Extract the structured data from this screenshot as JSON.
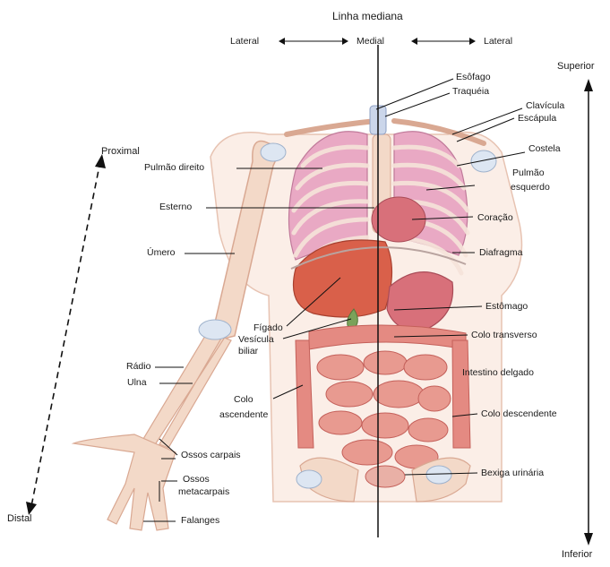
{
  "header": {
    "title": "Linha mediana",
    "lateral_left": "Lateral",
    "medial": "Medial",
    "lateral_right": "Lateral"
  },
  "axes": {
    "superior": "Superior",
    "inferior": "Inferior",
    "proximal": "Proximal",
    "distal": "Distal"
  },
  "labels_left": {
    "pulmao_direito": "Pulmão direito",
    "esterno": "Esterno",
    "umero": "Úmero",
    "figado": "Fígado",
    "vesicula_1": "Vesícula",
    "vesicula_2": "biliar",
    "radio": "Rádio",
    "ulna": "Ulna",
    "colo_asc_1": "Colo",
    "colo_asc_2": "ascendente",
    "ossos_carpais": "Ossos carpais",
    "ossos_meta_1": "Ossos",
    "ossos_meta_2": "metacarpais",
    "falanges": "Falanges"
  },
  "labels_right": {
    "esofago": "Esôfago",
    "traqueia": "Traquéia",
    "clavicula": "Clavícula",
    "escapula": "Escápula",
    "costela": "Costela",
    "pulmao_esq_1": "Pulmão",
    "pulmao_esq_2": "esquerdo",
    "coracao": "Coração",
    "diafragma": "Diafragma",
    "estomago": "Estômago",
    "colo_transverso": "Colo transverso",
    "intestino_delgado": "Intestino delgado",
    "colo_descendente": "Colo descendente",
    "bexiga": "Bexiga urinária"
  },
  "colors": {
    "bone": "#f3d9c8",
    "bone_edge": "#d9a892",
    "lung": "#e9a9c4",
    "liver": "#d9604a",
    "intestine": "#e48a82",
    "intestine_edge": "#c4605a",
    "stomach": "#d8707a",
    "skin_outline": "#e7c3b2"
  }
}
